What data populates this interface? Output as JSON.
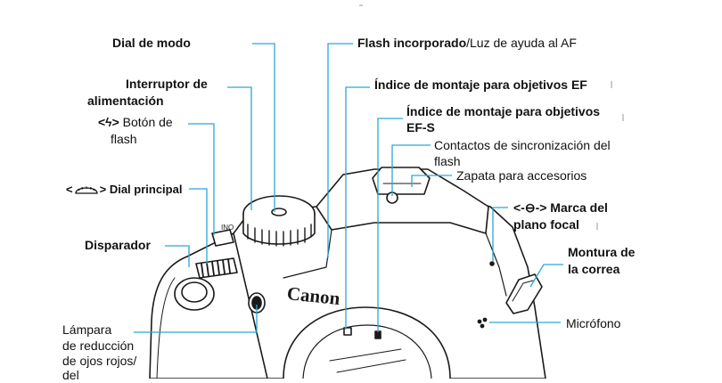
{
  "labels": {
    "mode_dial": "Dial de modo",
    "power_switch_line1": "Interruptor de",
    "power_switch_line2": "alimentación",
    "flash_button_symbol": "<ϟ>",
    "flash_button_line1": "Botón de",
    "flash_button_line2": "flash",
    "main_dial_open": "<",
    "main_dial_close": ">",
    "main_dial_text": "Dial principal",
    "shutter_button": "Disparador",
    "redeye_line1": "Lámpara",
    "redeye_line2": "de reducción",
    "redeye_line3": "de ojos rojos/",
    "redeye_line4": "del",
    "builtin_flash_bold": "Flash incorporado",
    "builtin_flash_rest": "/Luz de ayuda al AF",
    "ef_index": "Índice de montaje para objetivos EF",
    "efs_index_line1": "Índice de montaje para objetivos",
    "efs_index_line2": "EF-S",
    "flash_sync_line1": "Contactos de sincronización del",
    "flash_sync_line2": "flash",
    "hot_shoe": "Zapata para accesorios",
    "focal_plane_symbol": "<-⊖->",
    "focal_plane_line1": "Marca del",
    "focal_plane_line2": "plano focal",
    "strap_mount_line1": "Montura de",
    "strap_mount_line2": "la correa",
    "microphone": "Micrófono"
  },
  "camera": {
    "brand": "Canon",
    "mode_dial_markings": "INO"
  },
  "colors": {
    "leader_line": "#2aa7d6",
    "outline": "#1a1a1a",
    "text": "#111111"
  }
}
